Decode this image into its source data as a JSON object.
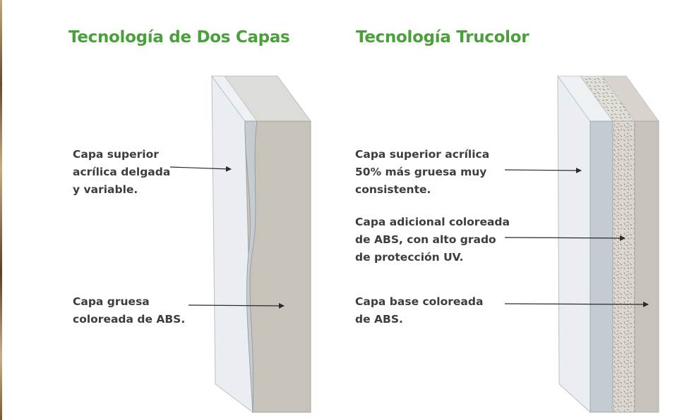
{
  "left": {
    "title": "Tecnología de Dos Capas",
    "labels": [
      {
        "lines": [
          "Capa superior",
          "acrílica delgada",
          "y variable."
        ]
      },
      {
        "lines": [
          "Capa gruesa",
          "coloreada de ABS."
        ]
      }
    ]
  },
  "right": {
    "title": "Tecnología Trucolor",
    "labels": [
      {
        "lines": [
          "Capa superior acrílica",
          "50% más gruesa muy",
          "consistente."
        ]
      },
      {
        "lines": [
          "Capa adicional coloreada",
          "de ABS, con alto grado",
          "de protección UV."
        ]
      },
      {
        "lines": [
          "Capa base coloreada",
          "de ABS."
        ]
      }
    ]
  },
  "colors": {
    "title_green": "#4aa03a",
    "label_text": "#3d3d3d",
    "acrylic_layer": "#e8ebef",
    "thin_layer": "#c5ccd1",
    "abs_layer": "#c8c3ba",
    "textured_layer": "#dcd8d1"
  }
}
